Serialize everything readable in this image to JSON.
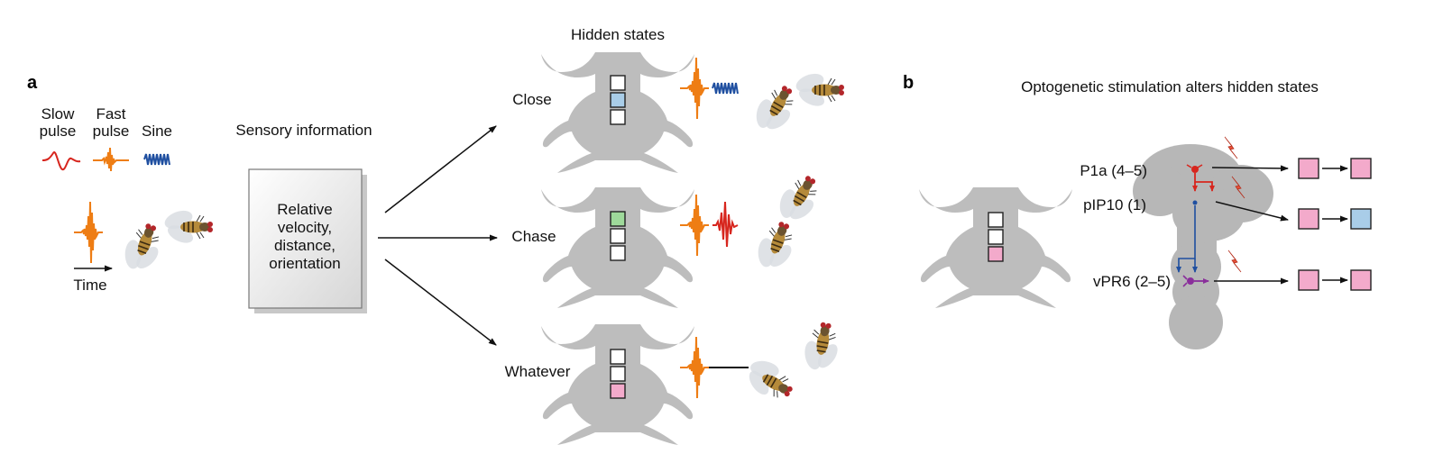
{
  "panel_a": {
    "letter": "a",
    "legend": {
      "slow_pulse": [
        "Slow",
        "pulse"
      ],
      "fast_pulse": [
        "Fast",
        "pulse"
      ],
      "sine": "Sine"
    },
    "time_label": "Time",
    "sensory_title": "Sensory information",
    "sensory_box": [
      "Relative",
      "velocity,",
      "distance,",
      "orientation"
    ],
    "hidden_states_title": "Hidden states",
    "states": [
      {
        "label": "Close",
        "active_index": 1,
        "active_color": "#a9cde8",
        "song": "fast pulse + sine"
      },
      {
        "label": "Chase",
        "active_index": 0,
        "active_color": "#9ed99a",
        "song": "fast pulse + slow pulse"
      },
      {
        "label": "Whatever",
        "active_index": 2,
        "active_color": "#f3aacb",
        "song": "fast pulse + silence"
      }
    ]
  },
  "panel_b": {
    "letter": "b",
    "title": "Optogenetic stimulation alters hidden states",
    "neurons": [
      {
        "label": "P1a (4–5)",
        "color": "#d7261e",
        "from_color": "#f3aacb",
        "to_color": "#f3aacb"
      },
      {
        "label": "pIP10 (1)",
        "color": "#1f4fa0",
        "from_color": "#f3aacb",
        "to_color": "#a9cde8"
      },
      {
        "label": "vPR6 (2–5)",
        "color": "#8a2f9b",
        "from_color": "#f3aacb",
        "to_color": "#f3aacb"
      }
    ],
    "fly_state_color": "#f3aacb"
  },
  "colors": {
    "slow_pulse": "#d7261e",
    "fast_pulse": "#ee7d14",
    "sine": "#1f4fa0",
    "silhouette": "#bdbdbd",
    "brain": "#b7b7b7"
  }
}
